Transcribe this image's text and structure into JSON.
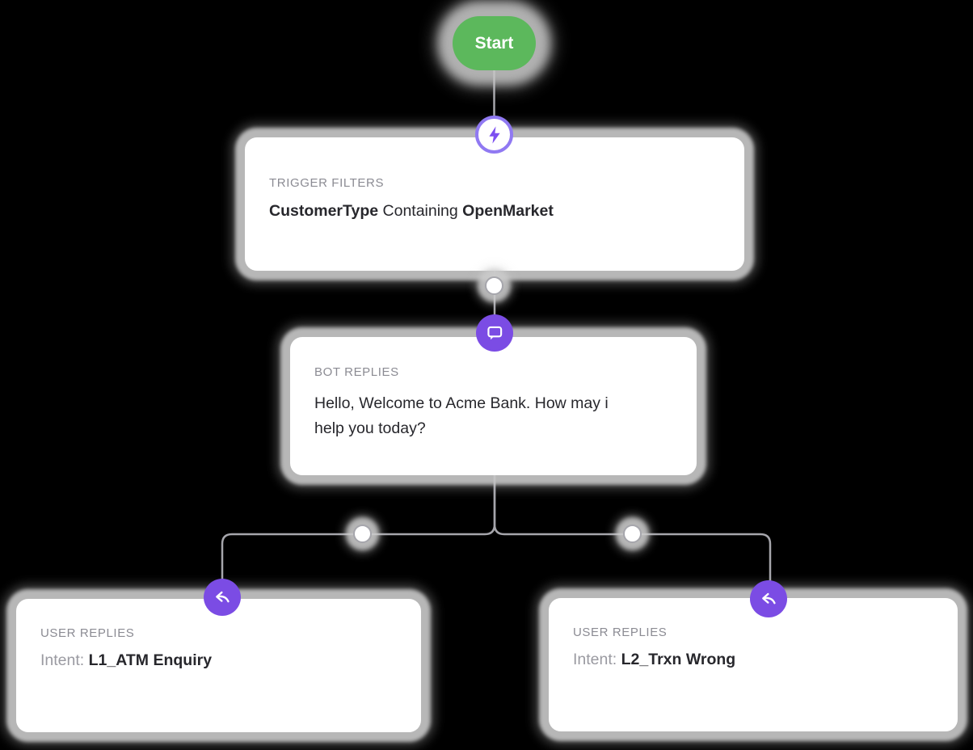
{
  "colors": {
    "green": "#5cb85c",
    "purple": "#7b4ce4",
    "ring": "#9079f2",
    "bolt": "#7c4ff0",
    "line": "#a6a6ac",
    "label": "#8b8b93",
    "text": "#27272c",
    "muted": "#9a9aa1",
    "card": "#ffffff",
    "bg": "#000000"
  },
  "start_node": {
    "label": "Start"
  },
  "trigger_node": {
    "header": "TRIGGER FILTERS",
    "field": "CustomerType",
    "operator": "Containing",
    "value": "OpenMarket",
    "icon": "lightning-icon"
  },
  "bot_node": {
    "header": "BOT REPLIES",
    "message": "Hello, Welcome to Acme Bank. How may i help you today?",
    "icon": "chat-bubble-icon"
  },
  "user_nodes": [
    {
      "header": "USER REPLIES",
      "intent_label": "Intent:",
      "intent_value": "L1_ATM Enquiry",
      "icon": "reply-arrow-icon"
    },
    {
      "header": "USER REPLIES",
      "intent_label": "Intent:",
      "intent_value": "L2_Trxn Wrong",
      "icon": "reply-arrow-icon"
    }
  ]
}
